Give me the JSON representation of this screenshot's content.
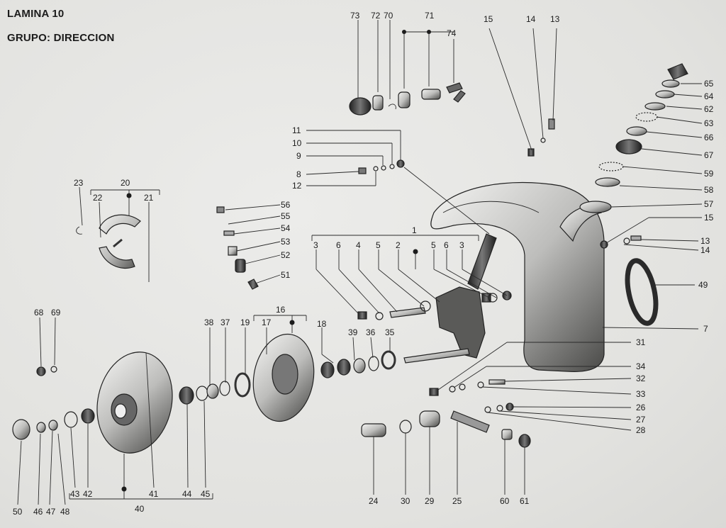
{
  "header": {
    "sheet": "LAMINA 10",
    "group": "GRUPO: DIRECCION"
  },
  "callouts": [
    "73",
    "72",
    "70",
    "71",
    "74",
    "15",
    "14",
    "13",
    "65",
    "64",
    "62",
    "63",
    "66",
    "67",
    "59",
    "58",
    "57",
    "15",
    "13",
    "14",
    "49",
    "7",
    "11",
    "10",
    "9",
    "8",
    "12",
    "56",
    "55",
    "54",
    "53",
    "52",
    "51",
    "23",
    "20",
    "22",
    "21",
    "1",
    "3",
    "6",
    "4",
    "5",
    "2",
    "5",
    "6",
    "3",
    "16",
    "38",
    "37",
    "19",
    "17",
    "18",
    "39",
    "36",
    "35",
    "31",
    "34",
    "32",
    "33",
    "26",
    "27",
    "28",
    "68",
    "69",
    "50",
    "46",
    "47",
    "48",
    "43",
    "42",
    "41",
    "40",
    "44",
    "45",
    "24",
    "30",
    "29",
    "25",
    "60",
    "61"
  ]
}
